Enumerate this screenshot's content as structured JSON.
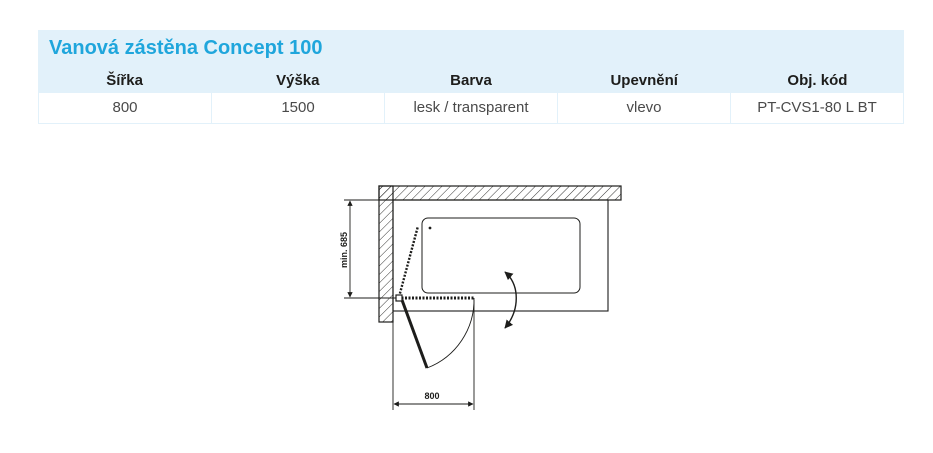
{
  "product": {
    "title": "Vanová zástěna Concept 100"
  },
  "table": {
    "headers": [
      "Šířka",
      "Výška",
      "Barva",
      "Upevnění",
      "Obj. kód"
    ],
    "row": [
      "800",
      "1500",
      "lesk / transparent",
      "vlevo",
      "PT-CVS1-80 L BT"
    ]
  },
  "drawing": {
    "dim_height_label": "min. 685",
    "dim_width_label": "800"
  }
}
